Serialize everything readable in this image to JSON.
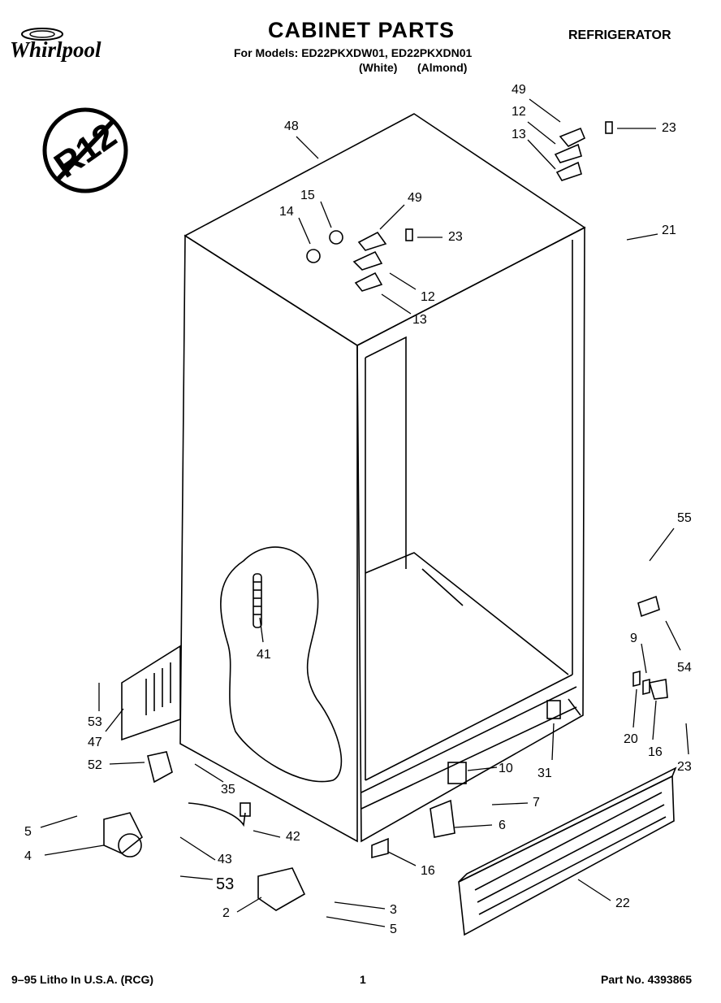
{
  "header": {
    "brand": "Whirlpool",
    "title": "CABINET PARTS",
    "category": "REFRIGERATOR",
    "models_line": "For Models: ED22PKXDW01, ED22PKXDN01",
    "variant_white": "(White)",
    "variant_almond": "(Almond)"
  },
  "badge": {
    "text": "R12",
    "icon": "no-r12-icon"
  },
  "callouts": {
    "c48": "48",
    "c49a": "49",
    "c12a": "12",
    "c13a": "13",
    "c23a": "23",
    "c15": "15",
    "c14": "14",
    "c49b": "49",
    "c23b": "23",
    "c12b": "12",
    "c13b": "13",
    "c21": "21",
    "c55": "55",
    "c54": "54",
    "c9": "9",
    "c20": "20",
    "c16a": "16",
    "c23c": "23",
    "c41": "41",
    "c53a": "53",
    "c47": "47",
    "c52": "52",
    "c35": "35",
    "c10": "10",
    "c31": "31",
    "c7": "7",
    "c6": "6",
    "c5a": "5",
    "c4": "4",
    "c42": "42",
    "c43": "43",
    "c53b": "53",
    "c16b": "16",
    "c22": "22",
    "c2": "2",
    "c3": "3",
    "c5b": "5"
  },
  "footer": {
    "litho": "9–95 Litho In U.S.A. (RCG)",
    "page": "1",
    "part_no": "Part No. 4393865"
  }
}
